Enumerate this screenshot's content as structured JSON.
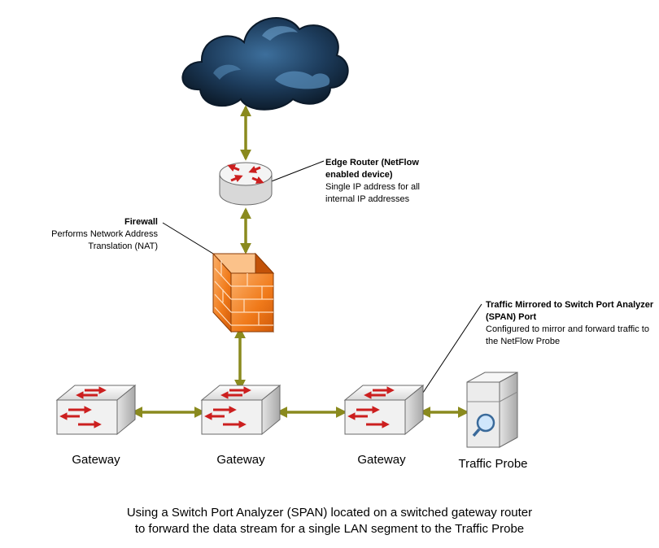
{
  "annotations": {
    "edge_router": {
      "title": "Edge Router (NetFlow enabled device)",
      "lines": [
        "Single IP address for all",
        "internal IP addresses"
      ]
    },
    "firewall": {
      "title": "Firewall",
      "lines": [
        "Performs Network Address",
        "Translation (NAT)"
      ]
    },
    "span": {
      "title": "Traffic Mirrored to Switch Port Analyzer (SPAN) Port",
      "lines": [
        "Configured to mirror and forward traffic to",
        "the NetFlow Probe"
      ]
    }
  },
  "devices": {
    "gateway_1": "Gateway",
    "gateway_2": "Gateway",
    "gateway_3": "Gateway",
    "probe": "Traffic Probe"
  },
  "caption": {
    "line1": "Using a Switch Port Analyzer (SPAN) located on a switched gateway router",
    "line2": "to forward the data stream for a single LAN segment to the Traffic Probe"
  },
  "colors": {
    "link": "#8a8a1e",
    "firewall": "#f07a1a",
    "cloud": "#1e3650",
    "arrow_red": "#cc1f1f"
  },
  "icons": [
    "cloud-icon",
    "router-icon",
    "firewall-icon",
    "switch-icon",
    "server-probe-icon"
  ]
}
